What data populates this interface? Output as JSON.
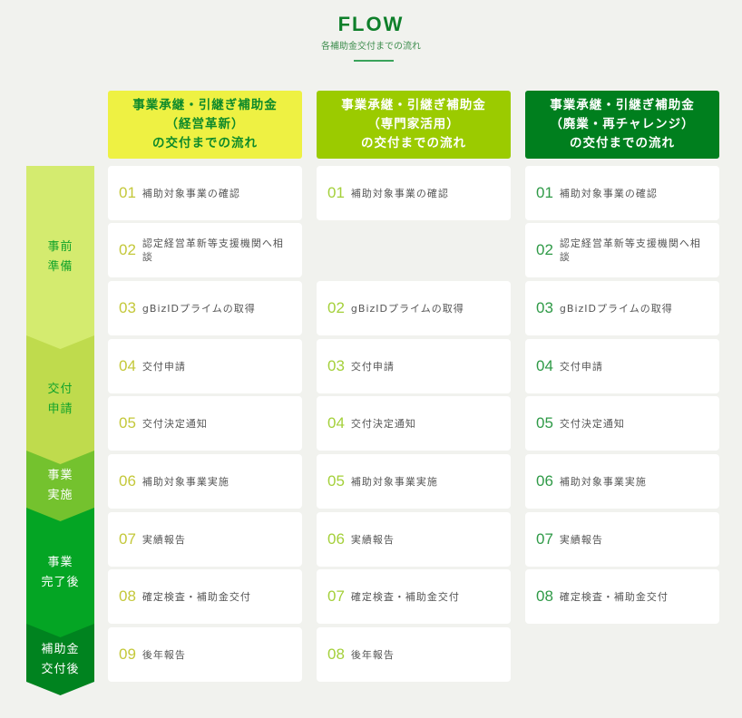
{
  "header": {
    "title": "FLOW",
    "subtitle": "各補助金交付までの流れ"
  },
  "colors": {
    "col1_head": "#eef143",
    "col2_head": "#9bcb00",
    "col3_head": "#007f1e",
    "col1_num": "#c4c83a",
    "col2_num": "#a4d03a",
    "col3_num": "#2f9a47"
  },
  "phases": [
    {
      "label": "事前\n準備",
      "color": "#d4eb6f",
      "text": "#12a32a"
    },
    {
      "label": "交付\n申請",
      "color": "#bfdb4d",
      "text": "#12a32a"
    },
    {
      "label": "事業\n実施",
      "color": "#74c22e",
      "text": "#ffffff"
    },
    {
      "label": "事業\n完了後",
      "color": "#04a524",
      "text": "#ffffff"
    },
    {
      "label": "補助金\n交付後",
      "color": "#00831f",
      "text": "#ffffff"
    }
  ],
  "columns": [
    {
      "title": "事業承継・引継ぎ補助金\n（経営革新）\nの交付までの流れ",
      "steps": [
        {
          "num": "01",
          "label": "補助対象事業の確認"
        },
        {
          "num": "02",
          "label": "認定経営革新等支援機関へ相談"
        },
        {
          "num": "03",
          "label": "gBizIDプライムの取得"
        },
        {
          "num": "04",
          "label": "交付申請"
        },
        {
          "num": "05",
          "label": "交付決定通知"
        },
        {
          "num": "06",
          "label": "補助対象事業実施"
        },
        {
          "num": "07",
          "label": "実績報告"
        },
        {
          "num": "08",
          "label": "確定検査・補助金交付"
        },
        {
          "num": "09",
          "label": "後年報告"
        }
      ]
    },
    {
      "title": "事業承継・引継ぎ補助金\n（専門家活用）\nの交付までの流れ",
      "steps": [
        {
          "num": "01",
          "label": "補助対象事業の確認"
        },
        null,
        {
          "num": "02",
          "label": "gBizIDプライムの取得"
        },
        {
          "num": "03",
          "label": "交付申請"
        },
        {
          "num": "04",
          "label": "交付決定通知"
        },
        {
          "num": "05",
          "label": "補助対象事業実施"
        },
        {
          "num": "06",
          "label": "実績報告"
        },
        {
          "num": "07",
          "label": "確定検査・補助金交付"
        },
        {
          "num": "08",
          "label": "後年報告"
        }
      ]
    },
    {
      "title": "事業承継・引継ぎ補助金\n（廃業・再チャレンジ）\nの交付までの流れ",
      "steps": [
        {
          "num": "01",
          "label": "補助対象事業の確認"
        },
        {
          "num": "02",
          "label": "認定経営革新等支援機関へ相談"
        },
        {
          "num": "03",
          "label": "gBizIDプライムの取得"
        },
        {
          "num": "04",
          "label": "交付申請"
        },
        {
          "num": "05",
          "label": "交付決定通知"
        },
        {
          "num": "06",
          "label": "補助対象事業実施"
        },
        {
          "num": "07",
          "label": "実績報告"
        },
        {
          "num": "08",
          "label": "確定検査・補助金交付"
        }
      ]
    }
  ]
}
